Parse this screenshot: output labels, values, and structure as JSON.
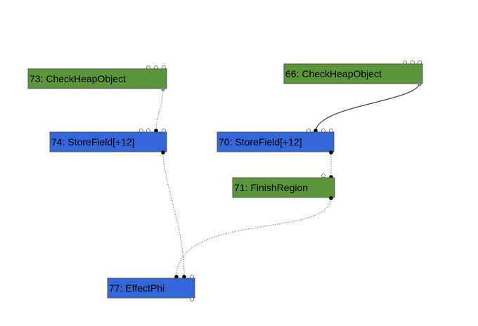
{
  "graph": {
    "colors": {
      "green": "#5b963a",
      "blue": "#3366d9"
    },
    "nodes": [
      {
        "id": "73",
        "label": "73: CheckHeapObject",
        "color": "#5b963a"
      },
      {
        "id": "66",
        "label": "66: CheckHeapObject",
        "color": "#5b963a"
      },
      {
        "id": "74",
        "label": "74: StoreField[+12]",
        "color": "#3366d9"
      },
      {
        "id": "70",
        "label": "70: StoreField[+12]",
        "color": "#3366d9"
      },
      {
        "id": "71",
        "label": "71: FinishRegion",
        "color": "#5b963a"
      },
      {
        "id": "77",
        "label": "77: EffectPhi",
        "color": "#3366d9"
      }
    ],
    "edges": [
      {
        "from": "73",
        "to": "74",
        "kind": "effect"
      },
      {
        "from": "66",
        "to": "70",
        "kind": "value"
      },
      {
        "from": "70",
        "to": "71",
        "kind": "effect"
      },
      {
        "from": "74",
        "to": "77",
        "kind": "effect"
      },
      {
        "from": "71",
        "to": "77",
        "kind": "effect"
      }
    ]
  }
}
